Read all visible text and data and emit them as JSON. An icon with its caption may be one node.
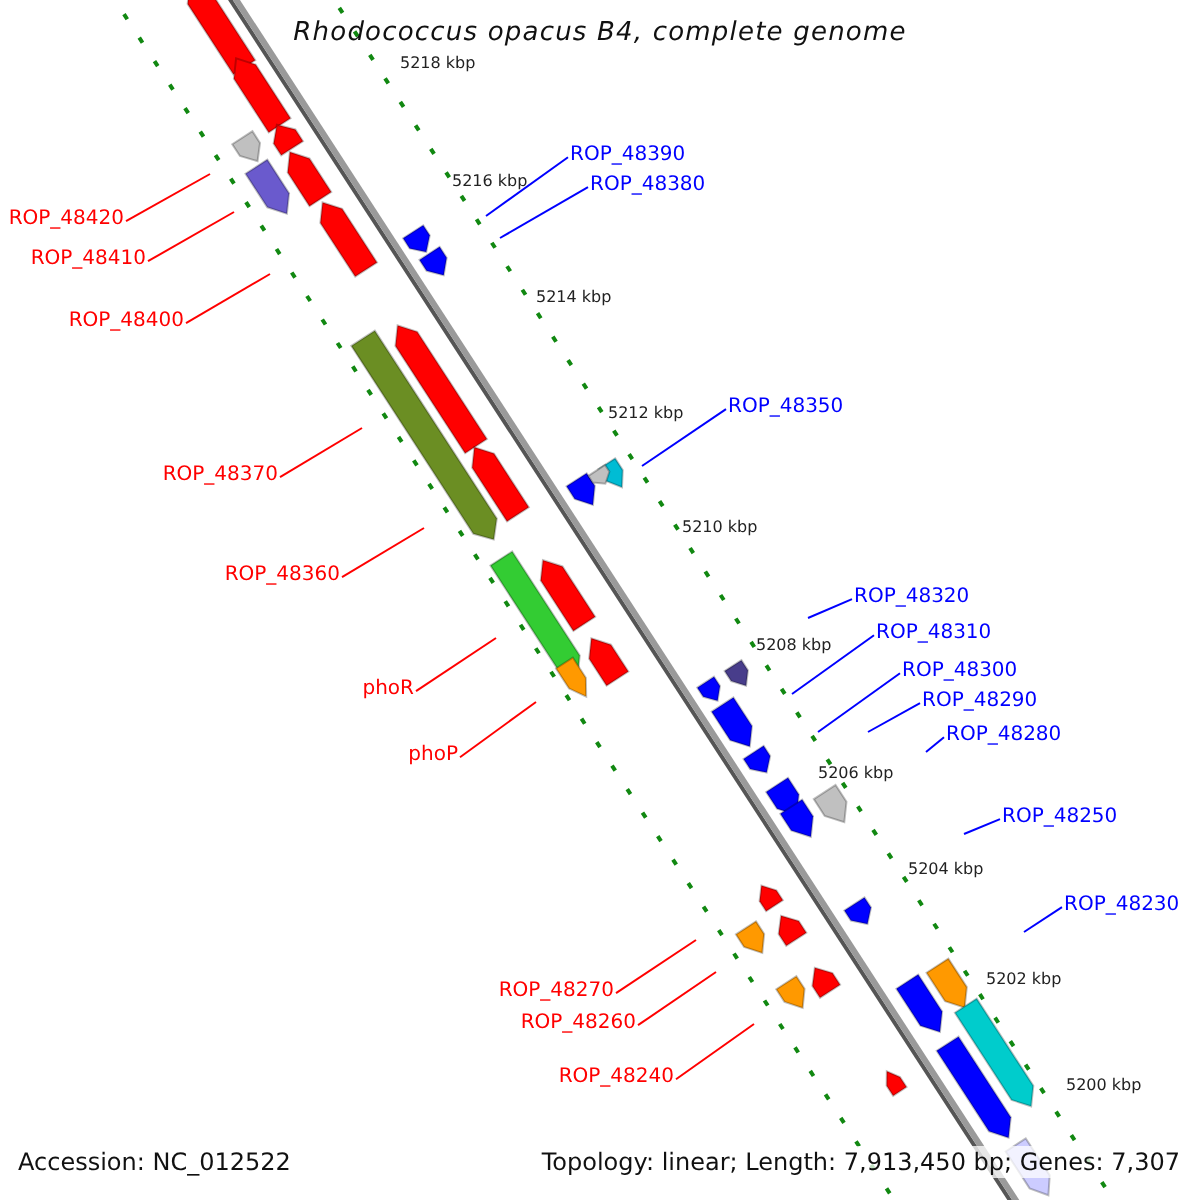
{
  "diagram": {
    "title": "Rhodococcus opacus B4, complete genome",
    "nodes": [
      {
        "text": [
          "ROP_48390"
        ]
      },
      {
        "text": [
          "ROP_48380"
        ]
      },
      {
        "text": [
          "ROP_48420"
        ]
      },
      {
        "text": [
          "ROP_48410"
        ]
      },
      {
        "text": [
          "ROP_48400"
        ]
      },
      {
        "text": [
          "ROP_48350"
        ]
      },
      {
        "text": [
          "ROP_48370"
        ]
      },
      {
        "text": [
          "ROP_48360"
        ]
      },
      {
        "text": [
          "ROP_48320"
        ]
      },
      {
        "text": [
          "ROP_48310"
        ]
      },
      {
        "text": [
          "ROP_48300"
        ]
      },
      {
        "text": [
          "phoR"
        ]
      },
      {
        "text": [
          "ROP_48290"
        ]
      },
      {
        "text": [
          "ROP_48280"
        ]
      },
      {
        "text": [
          "phoP"
        ]
      },
      {
        "text": [
          "ROP_48250"
        ]
      },
      {
        "text": [
          "ROP_48230"
        ]
      },
      {
        "text": [
          "ROP_48270"
        ]
      },
      {
        "text": [
          "ROP_48260"
        ]
      },
      {
        "text": [
          "ROP_48240"
        ]
      }
    ],
    "edges": [
      {
        "from": 0,
        "to": null,
        "arrow": "none",
        "color": "#0000ff"
      },
      {
        "from": 1,
        "to": null,
        "arrow": "none",
        "color": "#0000ff"
      },
      {
        "from": 2,
        "to": null,
        "arrow": "none",
        "color": "#ff0000"
      },
      {
        "from": 3,
        "to": null,
        "arrow": "none",
        "color": "#ff0000"
      },
      {
        "from": 4,
        "to": null,
        "arrow": "none",
        "color": "#ff0000"
      },
      {
        "from": 5,
        "to": null,
        "arrow": "none",
        "color": "#0000ff"
      },
      {
        "from": 6,
        "to": null,
        "arrow": "none",
        "color": "#ff0000"
      },
      {
        "from": 7,
        "to": null,
        "arrow": "none",
        "color": "#ff0000"
      },
      {
        "from": 8,
        "to": null,
        "arrow": "none",
        "color": "#0000ff"
      },
      {
        "from": 9,
        "to": null,
        "arrow": "none",
        "color": "#0000ff"
      },
      {
        "from": 10,
        "to": null,
        "arrow": "none",
        "color": "#0000ff"
      },
      {
        "from": 11,
        "to": null,
        "arrow": "none",
        "color": "#ff0000"
      },
      {
        "from": 12,
        "to": null,
        "arrow": "none",
        "color": "#0000ff"
      },
      {
        "from": 13,
        "to": null,
        "arrow": "none",
        "color": "#0000ff"
      },
      {
        "from": 14,
        "to": null,
        "arrow": "none",
        "color": "#ff0000"
      },
      {
        "from": 15,
        "to": null,
        "arrow": "none",
        "color": "#0000ff"
      },
      {
        "from": 16,
        "to": null,
        "arrow": "none",
        "color": "#0000ff"
      },
      {
        "from": 17,
        "to": null,
        "arrow": "none",
        "color": "#ff0000"
      },
      {
        "from": 18,
        "to": null,
        "arrow": "none",
        "color": "#ff0000"
      },
      {
        "from": 19,
        "to": null,
        "arrow": "none",
        "color": "#ff0000"
      }
    ],
    "labels": [
      "5218 kbp",
      "5216 kbp",
      "5214 kbp",
      "5212 kbp",
      "5210 kbp",
      "5208 kbp",
      "5206 kbp",
      "5204 kbp",
      "5202 kbp",
      "5200 kbp",
      "Accession: NC_012522",
      "Topology: linear; Length: 7,913,450 bp; Genes: 7,307"
    ]
  }
}
